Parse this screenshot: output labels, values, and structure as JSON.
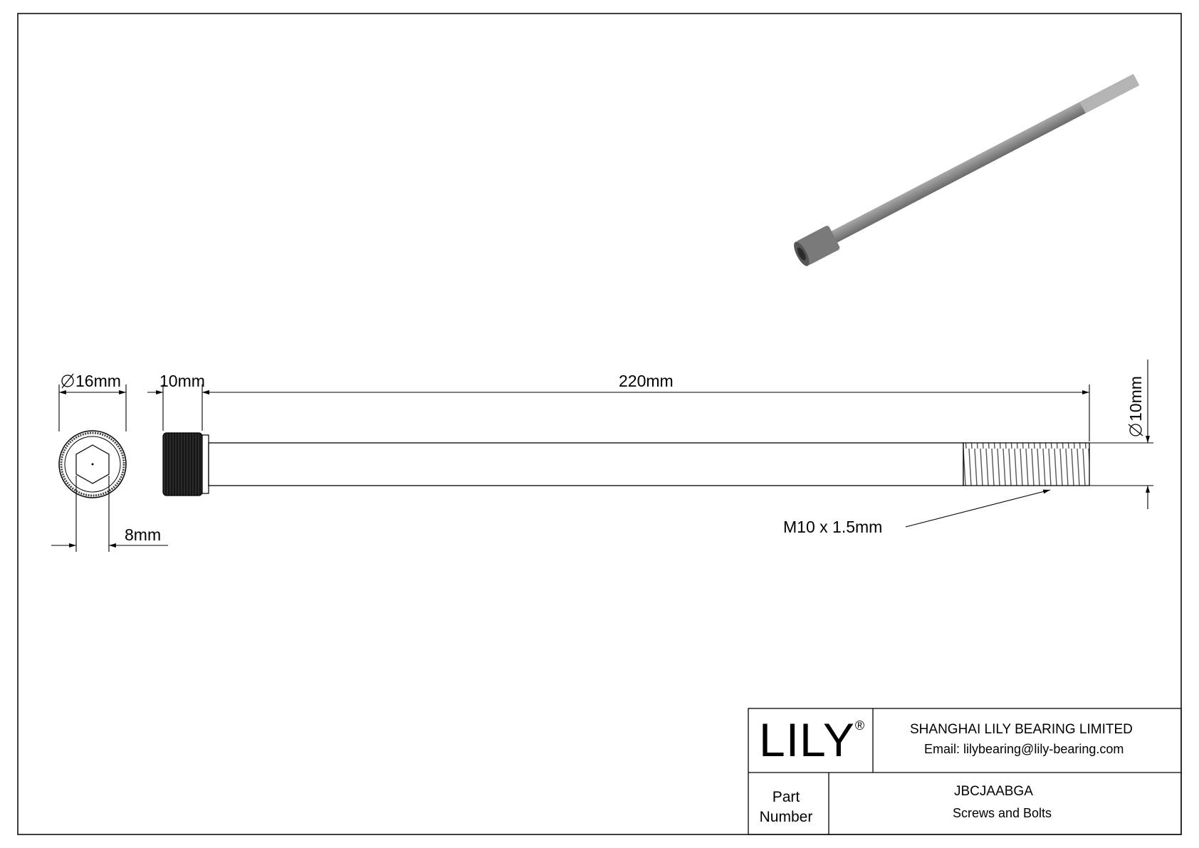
{
  "dimensions": {
    "head_diameter": "16mm",
    "head_height": "10mm",
    "length": "220mm",
    "thread_diameter": "10mm",
    "socket_size": "8mm",
    "thread_spec": "M10 x 1.5mm"
  },
  "title_block": {
    "logo": "LILY",
    "logo_mark": "®",
    "company": "SHANGHAI LILY BEARING LIMITED",
    "email": "Email: lilybearing@lily-bearing.com",
    "part_label_line1": "Part",
    "part_label_line2": "Number",
    "part_number": "JBCJAABGA",
    "category": "Screws and Bolts"
  }
}
